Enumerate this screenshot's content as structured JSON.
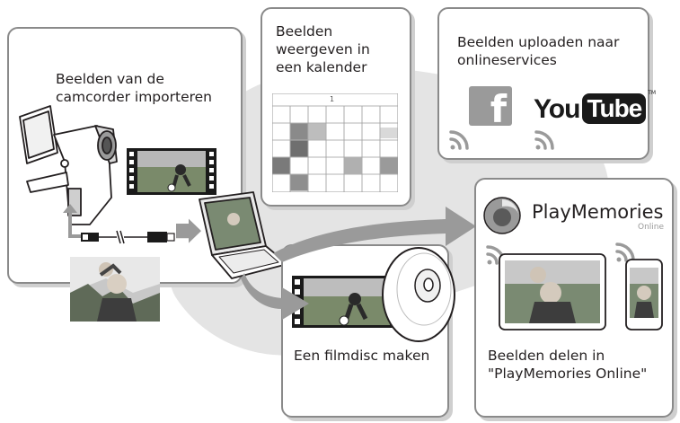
{
  "panels": {
    "import": {
      "label": "Beelden van de\ncamcorder importeren"
    },
    "calendar": {
      "label": "Beelden\nweergeven in\neen kalender",
      "month_number": "1"
    },
    "upload": {
      "label": "Beelden uploaden naar\nonlineservices",
      "services": [
        "facebook",
        "YouTube"
      ]
    },
    "disc": {
      "label": "Een filmdisc maken"
    },
    "playmemories": {
      "brand": "PlayMemories",
      "brand_sub": "Online",
      "label": "Beelden delen in\n\"PlayMemories Online\""
    }
  },
  "icons": {
    "facebook_glyph": "f",
    "youtube_you": "You",
    "youtube_tube": "Tube",
    "youtube_tm": "TM"
  },
  "colors": {
    "panel_border": "#8a8a8a",
    "arrow": "#9a9a9a",
    "blob": "#e3e3e3",
    "facebook": "#9a9a9a",
    "youtube": "#1a1a1a"
  }
}
